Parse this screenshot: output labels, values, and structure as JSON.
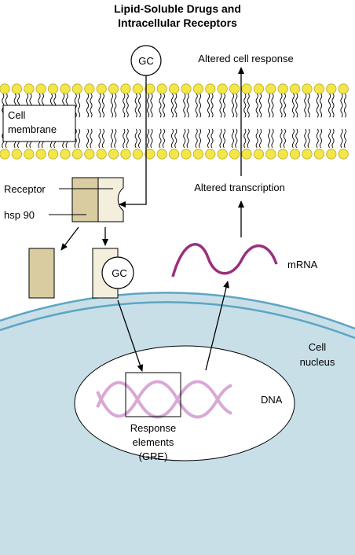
{
  "title": {
    "line1": "Lipid-Soluble Drugs and",
    "line2": "Intracellular Receptors"
  },
  "labels": {
    "gc_top": "GC",
    "gc_bound": "GC",
    "altered_cell_response": "Altered cell response",
    "cell_membrane_line1": "Cell",
    "cell_membrane_line2": "membrane",
    "receptor": "Receptor",
    "hsp90": "hsp 90",
    "altered_transcription": "Altered transcription",
    "mrna": "mRNA",
    "cell_nucleus_line1": "Cell",
    "cell_nucleus_line2": "nucleus",
    "dna": "DNA",
    "response_line1": "Response",
    "response_line2": "elements",
    "response_line3": "(GRE)"
  },
  "colors": {
    "lipid_head": "#f2e64a",
    "lipid_head_stroke": "#b9a91c",
    "receptor_fill": "#d9cca0",
    "receptor_light": "#f4efdc",
    "nucleus_fill": "#c9dfe8",
    "nucleus_border": "#5da5c4",
    "mrna": "#9b2f7d",
    "dna": "#d8a8d6"
  }
}
